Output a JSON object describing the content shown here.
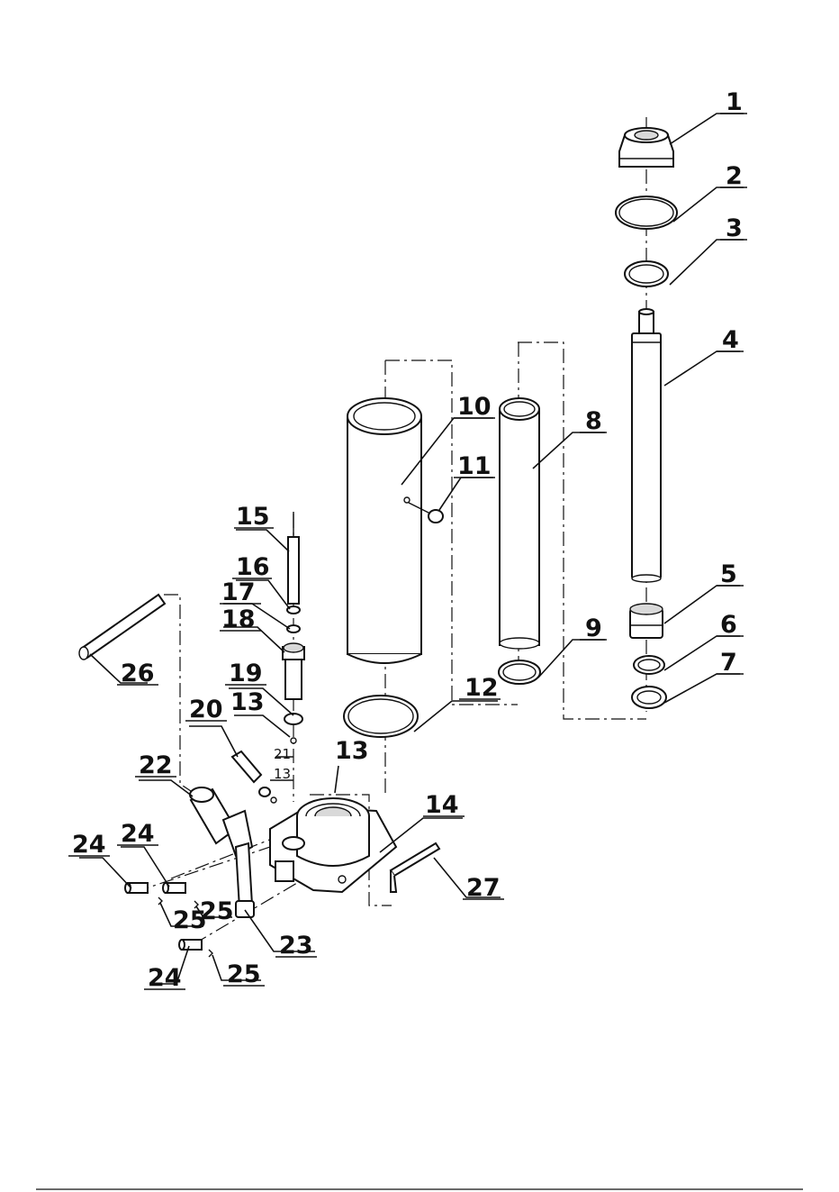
{
  "diagram": {
    "callouts": [
      {
        "id": "c1",
        "text": "1"
      },
      {
        "id": "c2",
        "text": "2"
      },
      {
        "id": "c3",
        "text": "3"
      },
      {
        "id": "c4",
        "text": "4"
      },
      {
        "id": "c5",
        "text": "5"
      },
      {
        "id": "c6",
        "text": "6"
      },
      {
        "id": "c7",
        "text": "7"
      },
      {
        "id": "c8",
        "text": "8"
      },
      {
        "id": "c9",
        "text": "9"
      },
      {
        "id": "c10",
        "text": "10"
      },
      {
        "id": "c11",
        "text": "11"
      },
      {
        "id": "c12",
        "text": "12"
      },
      {
        "id": "c13a",
        "text": "13"
      },
      {
        "id": "c13b",
        "text": "13"
      },
      {
        "id": "c13c",
        "text": "13"
      },
      {
        "id": "c14",
        "text": "14"
      },
      {
        "id": "c15",
        "text": "15"
      },
      {
        "id": "c16",
        "text": "16"
      },
      {
        "id": "c17",
        "text": "17"
      },
      {
        "id": "c18",
        "text": "18"
      },
      {
        "id": "c19",
        "text": "19"
      },
      {
        "id": "c20",
        "text": "20"
      },
      {
        "id": "c21",
        "text": "21"
      },
      {
        "id": "c22",
        "text": "22"
      },
      {
        "id": "c23",
        "text": "23"
      },
      {
        "id": "c24a",
        "text": "24"
      },
      {
        "id": "c24b",
        "text": "24"
      },
      {
        "id": "c24c",
        "text": "24"
      },
      {
        "id": "c25a",
        "text": "25"
      },
      {
        "id": "c25b",
        "text": "25"
      },
      {
        "id": "c25c",
        "text": "25"
      },
      {
        "id": "c26",
        "text": "26"
      },
      {
        "id": "c27",
        "text": "27"
      }
    ]
  }
}
